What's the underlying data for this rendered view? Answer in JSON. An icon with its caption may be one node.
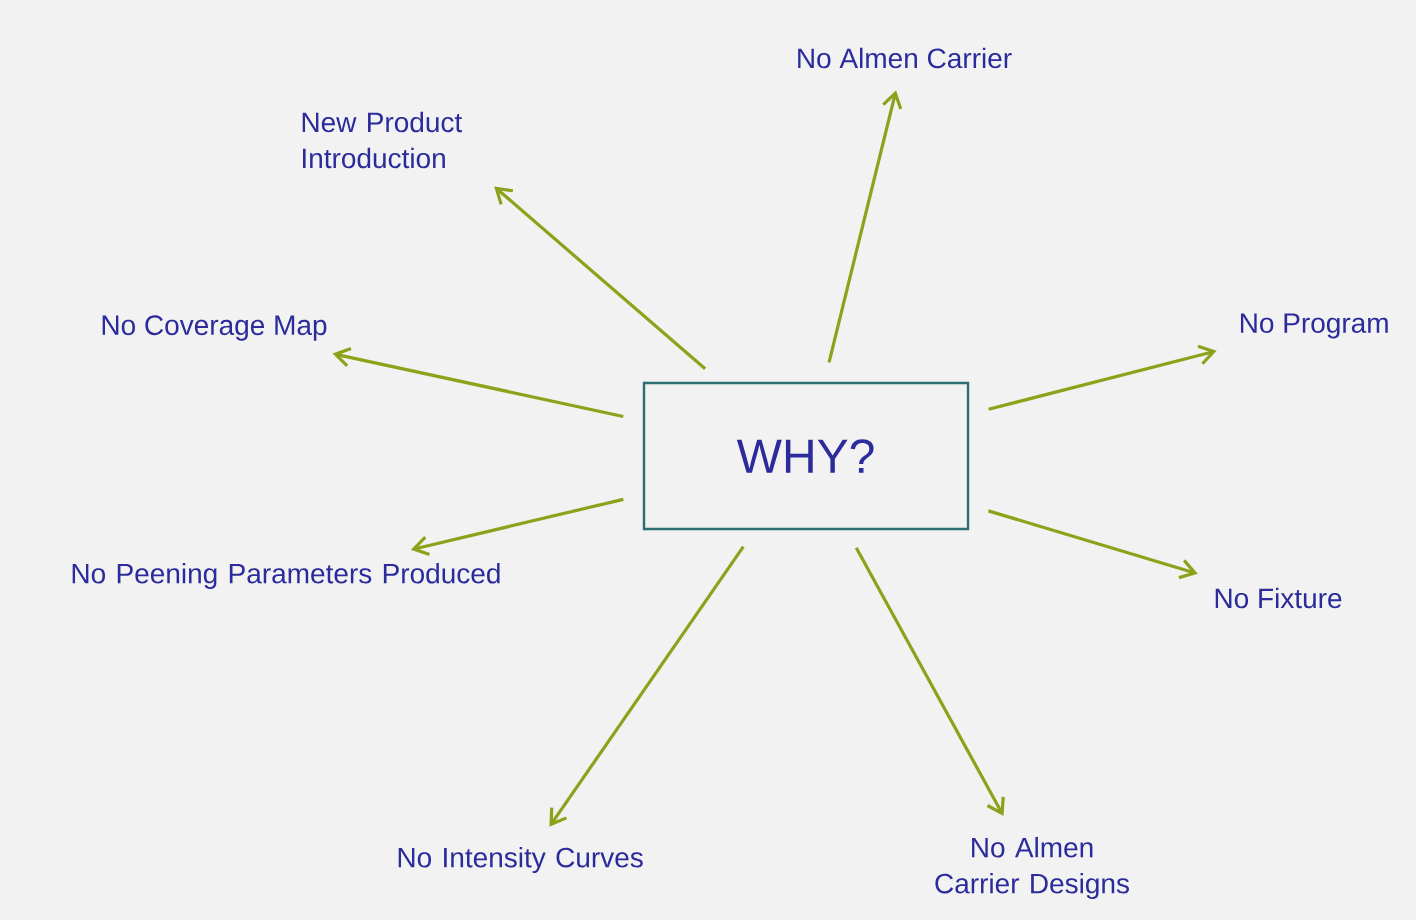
{
  "diagram": {
    "nodes": [
      {
        "text": [
          "WHY?"
        ]
      },
      {
        "text": [
          "New Product Introduction"
        ]
      },
      {
        "text": [
          "No Almen Carrier"
        ]
      },
      {
        "text": [
          "No Coverage Map"
        ]
      },
      {
        "text": [
          "No Program"
        ]
      },
      {
        "text": [
          "No Peening Parameters Produced"
        ]
      },
      {
        "text": [
          "No Fixture"
        ]
      },
      {
        "text": [
          "No Intensity Curves"
        ]
      },
      {
        "text": [
          "No Almen Carrier Designs"
        ]
      }
    ],
    "edges": [
      {
        "from": 0,
        "to": 1,
        "arrow": "to"
      },
      {
        "from": 0,
        "to": 2,
        "arrow": "to"
      },
      {
        "from": 0,
        "to": 3,
        "arrow": "to"
      },
      {
        "from": 0,
        "to": 4,
        "arrow": "to"
      },
      {
        "from": 0,
        "to": 5,
        "arrow": "to"
      },
      {
        "from": 0,
        "to": 6,
        "arrow": "to"
      },
      {
        "from": 0,
        "to": 7,
        "arrow": "to"
      },
      {
        "from": 0,
        "to": 8,
        "arrow": "to"
      }
    ]
  }
}
